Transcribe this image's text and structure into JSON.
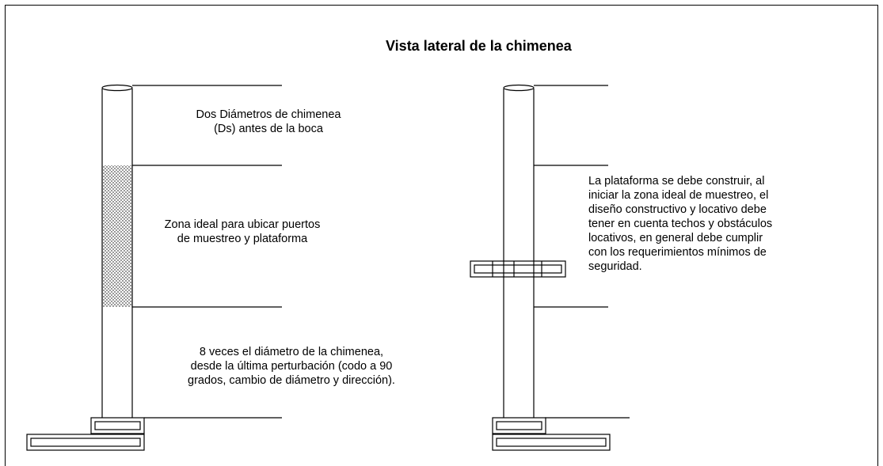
{
  "title": "Vista lateral de la chimenea",
  "labels": {
    "top_lines": [
      "Dos Diámetros de chimenea",
      "(Ds) antes de la boca"
    ],
    "middle_lines": [
      "Zona ideal para ubicar puertos",
      "de muestreo y plataforma"
    ],
    "bottom_lines": [
      "8 veces el diámetro de la chimenea,",
      "desde la última perturbación (codo a 90",
      "grados, cambio de diámetro y  dirección)."
    ],
    "platform_lines": [
      "La plataforma se debe construir, al",
      "iniciar la zona ideal de muestreo, el",
      "diseño constructivo y locativo debe",
      "tener en cuenta techos y obstáculos",
      "locativos, en general debe cumplir",
      "con los requerimientos mínimos de",
      "seguridad."
    ]
  }
}
